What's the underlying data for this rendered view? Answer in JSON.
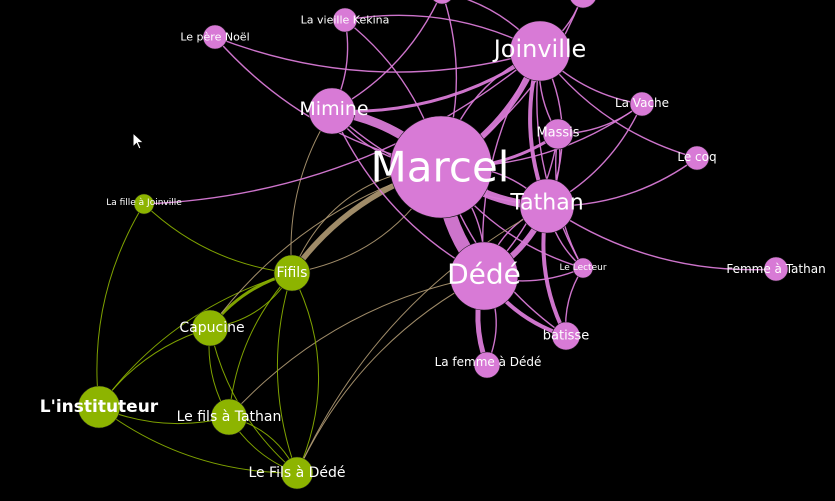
{
  "colors": {
    "background": "#000000",
    "pink_group": "#d87ad6",
    "green_group": "#8db400",
    "bridge_edge": "#b09a73",
    "label": "#ffffff"
  },
  "graph": {
    "nodes": [
      {
        "id": "marcel",
        "label": "Marcel",
        "group": "pink"
      },
      {
        "id": "joinville",
        "label": "Joinville",
        "group": "pink"
      },
      {
        "id": "dede",
        "label": "Dédé",
        "group": "pink"
      },
      {
        "id": "tathan",
        "label": "Tathan",
        "group": "pink"
      },
      {
        "id": "mimine",
        "label": "Mimine",
        "group": "pink"
      },
      {
        "id": "massis",
        "label": "Massis",
        "group": "pink"
      },
      {
        "id": "batisse",
        "label": "batisse",
        "group": "pink"
      },
      {
        "id": "femme_dede",
        "label": "La femme à Dédé",
        "group": "pink"
      },
      {
        "id": "lecteur",
        "label": "Le Lecteur",
        "group": "pink"
      },
      {
        "id": "vache",
        "label": "La Vache",
        "group": "pink"
      },
      {
        "id": "coq",
        "label": "Le coq",
        "group": "pink"
      },
      {
        "id": "femme_tathan",
        "label": "Femme à Tathan",
        "group": "pink"
      },
      {
        "id": "vieille",
        "label": "La vieille Kekina",
        "group": "pink"
      },
      {
        "id": "pere_noel",
        "label": "Le père Noël",
        "group": "pink"
      },
      {
        "id": "top_a",
        "label": "",
        "group": "pink"
      },
      {
        "id": "top_b",
        "label": "",
        "group": "pink"
      },
      {
        "id": "fifils",
        "label": "Fifils",
        "group": "green"
      },
      {
        "id": "capucine",
        "label": "Capucine",
        "group": "green"
      },
      {
        "id": "instituteur",
        "label": "L'instituteur",
        "group": "green"
      },
      {
        "id": "fils_tathan",
        "label": "Le fils à Tathan",
        "group": "green"
      },
      {
        "id": "fils_dede",
        "label": "Le Fils à Dédé",
        "group": "green"
      },
      {
        "id": "fille_joinville",
        "label": "La fille à Joinville",
        "group": "green"
      }
    ],
    "edges": [
      {
        "s": "marcel",
        "t": "fifils",
        "type": "bridge"
      },
      {
        "s": "marcel",
        "t": "fifils",
        "type": "bridge"
      },
      {
        "s": "marcel",
        "t": "fifils",
        "type": "bridge"
      },
      {
        "s": "marcel",
        "t": "mimine",
        "type": "pink"
      },
      {
        "s": "marcel",
        "t": "mimine",
        "type": "pink"
      },
      {
        "s": "marcel",
        "t": "dede",
        "type": "pink"
      },
      {
        "s": "marcel",
        "t": "dede",
        "type": "pink"
      },
      {
        "s": "marcel",
        "t": "tathan",
        "type": "pink"
      },
      {
        "s": "marcel",
        "t": "tathan",
        "type": "pink"
      },
      {
        "s": "marcel",
        "t": "joinville",
        "type": "pink"
      },
      {
        "s": "marcel",
        "t": "joinville",
        "type": "pink"
      },
      {
        "s": "marcel",
        "t": "massis",
        "type": "pink"
      },
      {
        "s": "marcel",
        "t": "vieille",
        "type": "pink"
      },
      {
        "s": "marcel",
        "t": "top_a",
        "type": "pink"
      },
      {
        "s": "marcel",
        "t": "top_b",
        "type": "pink"
      },
      {
        "s": "marcel",
        "t": "vache",
        "type": "pink"
      },
      {
        "s": "marcel",
        "t": "lecteur",
        "type": "pink"
      },
      {
        "s": "marcel",
        "t": "batisse",
        "type": "pink"
      },
      {
        "s": "mimine",
        "t": "joinville",
        "type": "pink"
      },
      {
        "s": "mimine",
        "t": "vieille",
        "type": "pink"
      },
      {
        "s": "mimine",
        "t": "top_a",
        "type": "pink"
      },
      {
        "s": "mimine",
        "t": "dede",
        "type": "pink"
      },
      {
        "s": "mimine",
        "t": "tathan",
        "type": "pink"
      },
      {
        "s": "mimine",
        "t": "fifils",
        "type": "bridge"
      },
      {
        "s": "joinville",
        "t": "tathan",
        "type": "pink"
      },
      {
        "s": "joinville",
        "t": "tathan",
        "type": "pink"
      },
      {
        "s": "joinville",
        "t": "dede",
        "type": "pink"
      },
      {
        "s": "joinville",
        "t": "massis",
        "type": "pink"
      },
      {
        "s": "joinville",
        "t": "vache",
        "type": "pink"
      },
      {
        "s": "joinville",
        "t": "coq",
        "type": "pink"
      },
      {
        "s": "joinville",
        "t": "top_b",
        "type": "pink"
      },
      {
        "s": "joinville",
        "t": "top_a",
        "type": "pink"
      },
      {
        "s": "joinville",
        "t": "vieille",
        "type": "pink"
      },
      {
        "s": "joinville",
        "t": "lecteur",
        "type": "pink"
      },
      {
        "s": "dede",
        "t": "tathan",
        "type": "pink"
      },
      {
        "s": "dede",
        "t": "tathan",
        "type": "pink"
      },
      {
        "s": "dede",
        "t": "massis",
        "type": "pink"
      },
      {
        "s": "dede",
        "t": "femme_dede",
        "type": "pink"
      },
      {
        "s": "dede",
        "t": "femme_dede",
        "type": "pink"
      },
      {
        "s": "dede",
        "t": "batisse",
        "type": "pink"
      },
      {
        "s": "dede",
        "t": "lecteur",
        "type": "pink"
      },
      {
        "s": "dede",
        "t": "fils_dede",
        "type": "bridge"
      },
      {
        "s": "dede",
        "t": "fils_tathan",
        "type": "bridge"
      },
      {
        "s": "tathan",
        "t": "massis",
        "type": "pink"
      },
      {
        "s": "tathan",
        "t": "lecteur",
        "type": "pink"
      },
      {
        "s": "tathan",
        "t": "batisse",
        "type": "pink"
      },
      {
        "s": "tathan",
        "t": "vache",
        "type": "pink"
      },
      {
        "s": "tathan",
        "t": "coq",
        "type": "pink"
      },
      {
        "s": "tathan",
        "t": "femme_tathan",
        "type": "pink"
      },
      {
        "s": "massis",
        "t": "vache",
        "type": "pink"
      },
      {
        "s": "massis",
        "t": "lecteur",
        "type": "pink"
      },
      {
        "s": "lecteur",
        "t": "batisse",
        "type": "pink"
      },
      {
        "s": "pere_noel",
        "t": "joinville",
        "type": "pink"
      },
      {
        "s": "pere_noel",
        "t": "marcel",
        "type": "pink"
      },
      {
        "s": "fille_joinville",
        "t": "joinville",
        "type": "pink"
      },
      {
        "s": "fille_joinville",
        "t": "fifils",
        "type": "green"
      },
      {
        "s": "fille_joinville",
        "t": "instituteur",
        "type": "green"
      },
      {
        "s": "fifils",
        "t": "capucine",
        "type": "green"
      },
      {
        "s": "fifils",
        "t": "capucine",
        "type": "green"
      },
      {
        "s": "fifils",
        "t": "instituteur",
        "type": "green"
      },
      {
        "s": "fifils",
        "t": "fils_tathan",
        "type": "green"
      },
      {
        "s": "fifils",
        "t": "fils_dede",
        "type": "green"
      },
      {
        "s": "fifils",
        "t": "fils_dede",
        "type": "green"
      },
      {
        "s": "capucine",
        "t": "fils_tathan",
        "type": "green"
      },
      {
        "s": "capucine",
        "t": "fils_dede",
        "type": "green"
      },
      {
        "s": "capucine",
        "t": "instituteur",
        "type": "green"
      },
      {
        "s": "instituteur",
        "t": "fils_tathan",
        "type": "green"
      },
      {
        "s": "instituteur",
        "t": "fils_dede",
        "type": "green"
      },
      {
        "s": "fils_tathan",
        "t": "fils_dede",
        "type": "green"
      },
      {
        "s": "fils_tathan",
        "t": "fils_dede",
        "type": "green"
      },
      {
        "s": "marcel",
        "t": "capucine",
        "type": "bridge"
      },
      {
        "s": "tathan",
        "t": "fils_dede",
        "type": "bridge"
      }
    ]
  }
}
